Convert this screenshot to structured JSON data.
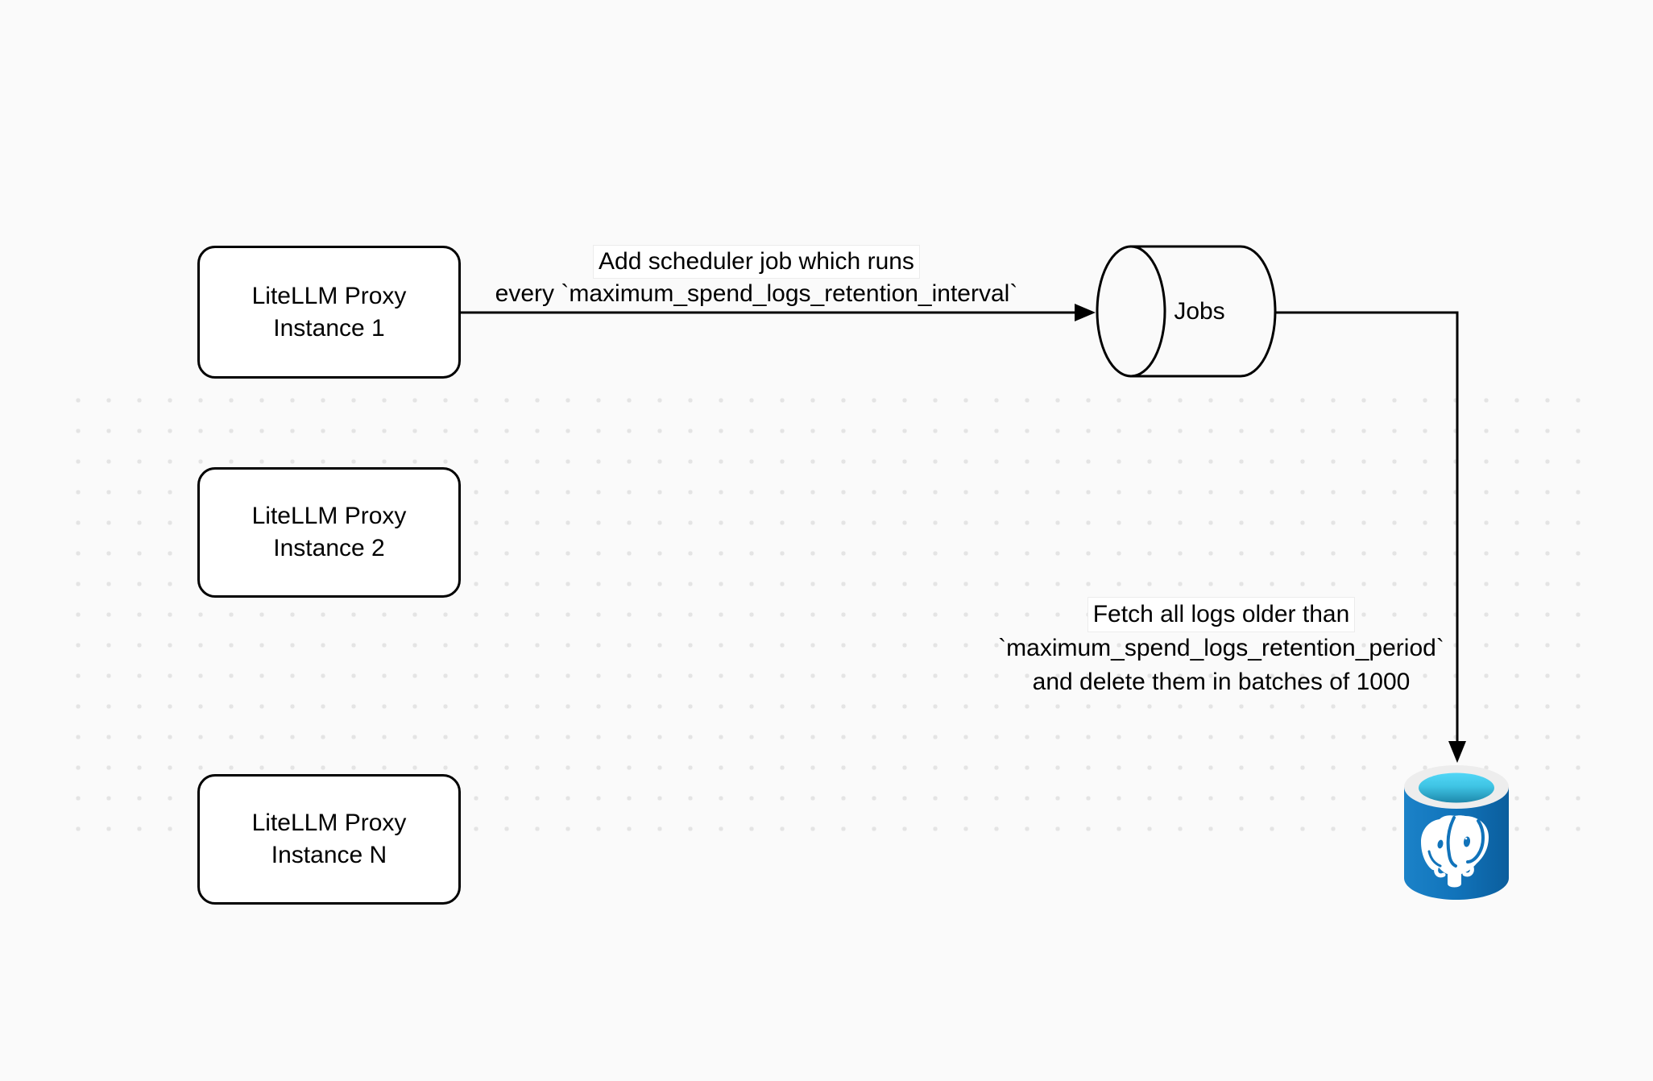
{
  "nodes": {
    "proxy1": {
      "line1": "LiteLLM Proxy",
      "line2": "Instance 1"
    },
    "proxy2": {
      "line1": "LiteLLM Proxy",
      "line2": "Instance 2"
    },
    "proxyN": {
      "line1": "LiteLLM Proxy",
      "line2": "Instance N"
    },
    "jobs": {
      "label": "Jobs"
    },
    "postgres": {
      "icon": "postgresql-database-icon"
    }
  },
  "edges": {
    "add_job": {
      "line1": "Add scheduler job which runs",
      "line2": "every `maximum_spend_logs_retention_interval`"
    },
    "fetch_delete": {
      "line1": "Fetch all logs older than",
      "line2": "`maximum_spend_logs_retention_period`",
      "line3": "and delete them in batches of 1000"
    }
  },
  "colors": {
    "background": "#fafafa",
    "dot_grid": "#e4e4e4",
    "stroke": "#000000",
    "node_fill": "#ffffff",
    "postgres_blue": "#1173ba",
    "postgres_cyan": "#52d7f7",
    "postgres_teal": "#1e88ab",
    "postgres_rim": "#ededed"
  }
}
